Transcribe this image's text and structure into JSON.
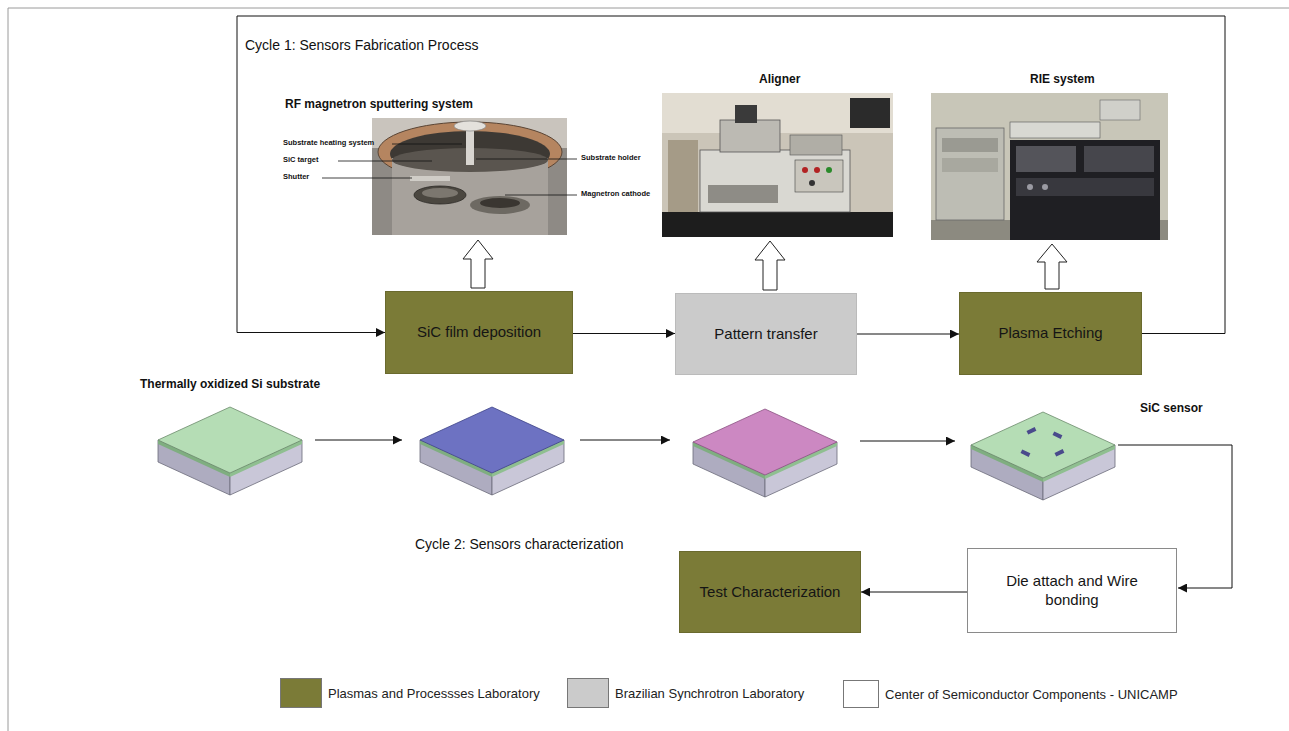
{
  "diagram": {
    "nodes": [
      {
        "text": [
          "SiC film deposition"
        ]
      },
      {
        "text": [
          "Pattern transfer"
        ]
      },
      {
        "text": [
          "Plasma Etching"
        ]
      },
      {
        "text": [
          "Test Characterization"
        ]
      },
      {
        "text": [
          "Die attach and Wire bonding"
        ]
      }
    ],
    "edges": [
      {
        "from": 0,
        "to": 1,
        "arrow": "to"
      },
      {
        "from": 1,
        "to": 2,
        "arrow": "to"
      },
      {
        "from": 2,
        "to": 0,
        "arrow": "to"
      },
      {
        "from": 4,
        "to": 3,
        "arrow": "to"
      }
    ],
    "labels": [
      "Cycle 1: Sensors Fabrication Process",
      "RF magnetron sputtering system",
      "Substrate heating system",
      "SiC target",
      "Shutter",
      "Substrate holder",
      "Magnetron cathode",
      "Aligner",
      "RIE system",
      "Thermally oxidized Si substrate",
      "SiC sensor",
      "Cycle 2: Sensors characterization"
    ],
    "legend": [
      {
        "text": "Plasmas and Processses Laboratory",
        "color": "#7b7b37"
      },
      {
        "text": "Brazilian Synchrotron Laboratory",
        "color": "#cbcbcb"
      },
      {
        "text": "Center of Semiconductor Components - UNICAMP",
        "color": "#ffffff"
      }
    ]
  }
}
